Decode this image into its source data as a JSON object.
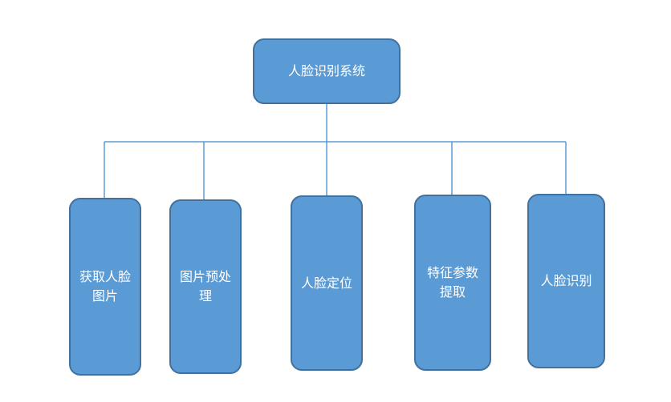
{
  "diagram": {
    "root": {
      "label": "人脸识别系统"
    },
    "children": [
      {
        "label": "获取人脸图片"
      },
      {
        "label": "图片预处理"
      },
      {
        "label": "人脸定位"
      },
      {
        "label": "特征参数提取"
      },
      {
        "label": "人脸识别"
      }
    ],
    "colors": {
      "box_fill": "#5b9bd5",
      "box_border": "#41719c",
      "connector": "#5b9bd5",
      "text": "#ffffff"
    }
  }
}
